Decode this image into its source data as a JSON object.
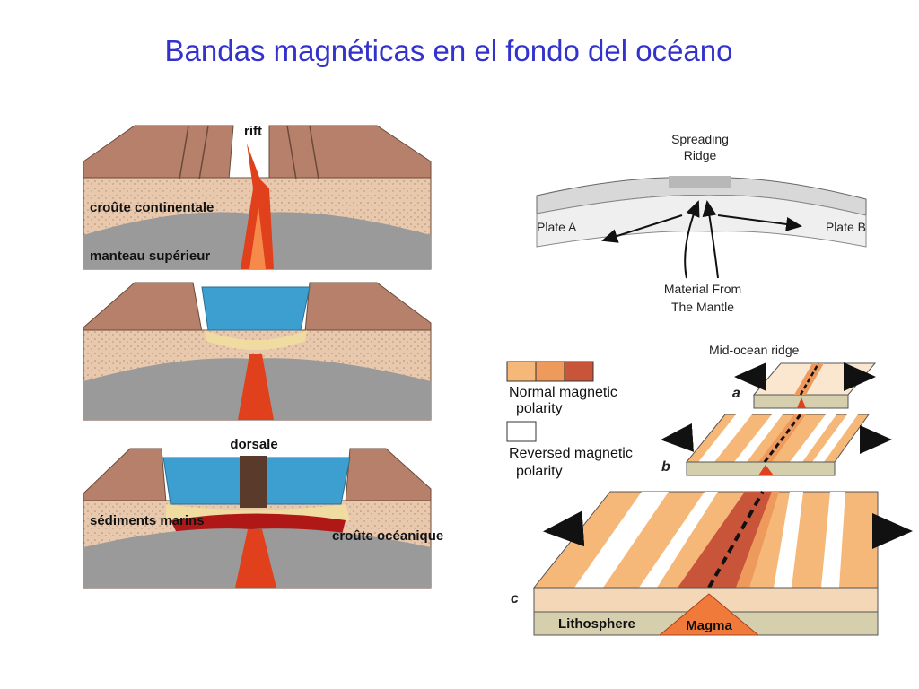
{
  "title": "Bandas magnéticas en el fondo del océano",
  "left_panels": {
    "rift": "rift",
    "crust_continental": "croûte continentale",
    "upper_mantle": "manteau supérieur",
    "dorsale": "dorsale",
    "sediments": "sédiments marins",
    "oceanic_crust": "croûte océanique"
  },
  "ridge_diagram": {
    "spreading_line1": "Spreading",
    "spreading_line2": "Ridge",
    "plate_a": "Plate A",
    "plate_b": "Plate B",
    "material_line1": "Material From",
    "material_line2": "The Mantle"
  },
  "polarity_diagram": {
    "mid_ocean_ridge": "Mid-ocean ridge",
    "normal_line1": "Normal magnetic",
    "normal_line2": "polarity",
    "reversed_line1": "Reversed magnetic",
    "reversed_line2": "polarity",
    "stage_a": "a",
    "stage_b": "b",
    "stage_c": "c",
    "lithosphere": "Lithosphere",
    "magma": "Magma"
  },
  "colors": {
    "title": "#3333cc",
    "crust": "#e8c9ae",
    "mantle": "#9a9a9a",
    "magma": "#e0401c",
    "water": "#3d9fd0",
    "normal_light": "#f6b878",
    "normal_mid": "#ee9a5c",
    "normal_dark": "#c8553a"
  }
}
